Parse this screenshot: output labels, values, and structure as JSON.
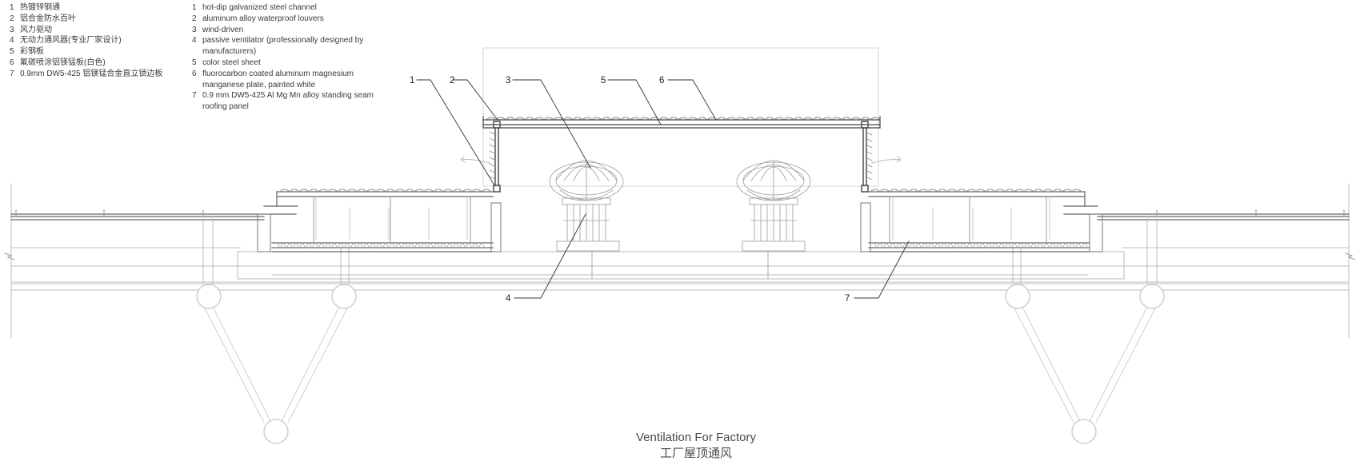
{
  "legend_zh": [
    {
      "num": "1",
      "text": "热镀锌钢通"
    },
    {
      "num": "2",
      "text": "铝合金防水百叶"
    },
    {
      "num": "3",
      "text": "风力驱动"
    },
    {
      "num": "4",
      "text": "无动力通风器(专业厂家设计)"
    },
    {
      "num": "5",
      "text": "彩钢板"
    },
    {
      "num": "6",
      "text": "氟碳喷涂铝镁锰板(白色)"
    },
    {
      "num": "7",
      "text": "0.9mm DW5-425 铝镁锰合金直立锁边板"
    }
  ],
  "legend_en": [
    {
      "num": "1",
      "text": "hot-dip galvanized steel channel"
    },
    {
      "num": "2",
      "text": "aluminum alloy waterproof louvers"
    },
    {
      "num": "3",
      "text": "wind-driven"
    },
    {
      "num": "4",
      "text": "passive ventilator (professionally designed by manufacturers)"
    },
    {
      "num": "5",
      "text": "color steel sheet"
    },
    {
      "num": "6",
      "text": "fluorocarbon coated aluminum magnesium manganese plate, painted white"
    },
    {
      "num": "7",
      "text": "0.9 mm  DW5-425 Al Mg Mn alloy standing seam roofing panel"
    }
  ],
  "callouts": [
    "1",
    "2",
    "3",
    "4",
    "5",
    "6",
    "7"
  ],
  "title": {
    "en": "Ventilation For Factory",
    "zh": "工厂屋顶通风"
  },
  "colors": {
    "line_light": "#c9c9c9",
    "line_mid": "#9a9a9a",
    "line_dark": "#555555",
    "leader": "#333333"
  }
}
